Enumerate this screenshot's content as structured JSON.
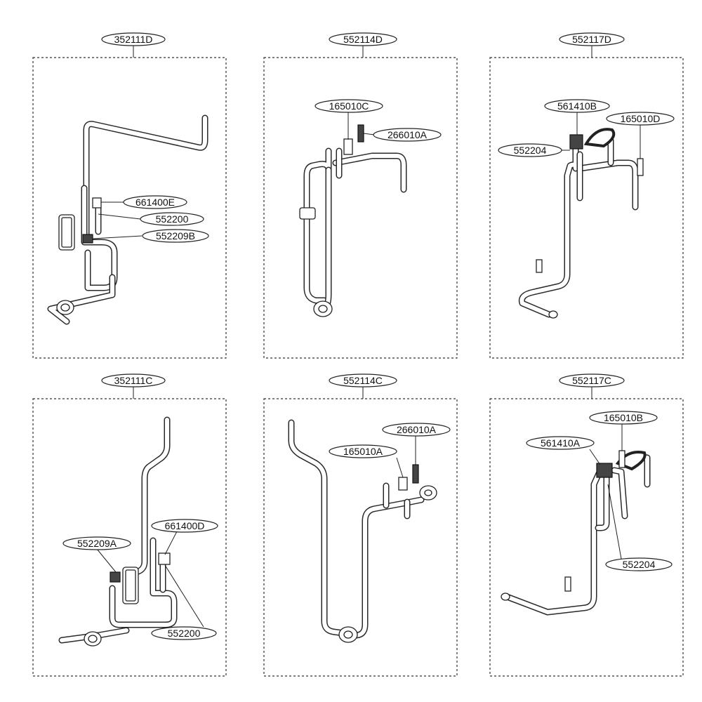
{
  "panels": [
    {
      "id": "top-left",
      "code": "352111D",
      "callouts": [
        "661400E",
        "552200",
        "552209B"
      ]
    },
    {
      "id": "top-middle",
      "code": "552114D",
      "callouts": [
        "165010C",
        "266010A"
      ]
    },
    {
      "id": "top-right",
      "code": "552117D",
      "callouts": [
        "561410B",
        "165010D",
        "552204"
      ]
    },
    {
      "id": "bottom-left",
      "code": "352111C",
      "callouts": [
        "661400D",
        "552209A",
        "552200"
      ]
    },
    {
      "id": "bottom-middle",
      "code": "552114C",
      "callouts": [
        "266010A",
        "165010A"
      ]
    },
    {
      "id": "bottom-right",
      "code": "552117C",
      "callouts": [
        "165010B",
        "561410A",
        "552204"
      ]
    }
  ]
}
